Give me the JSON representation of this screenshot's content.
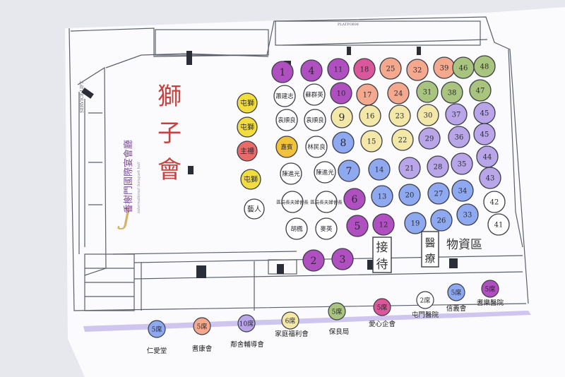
{
  "venue": {
    "logo_text": "香榭門國際宴會廳",
    "logo_sub": "international banquet hall",
    "title_chars": [
      "獅",
      "子",
      "會"
    ],
    "reception_chars": [
      "接",
      "待"
    ],
    "medical_chars": [
      "醫",
      "療"
    ],
    "supplies_label": "物資區",
    "plan_label": "PLATFORM"
  },
  "colors": {
    "paper": "#fbfbfd",
    "wall": "#5a5f6a",
    "title": "#c8413f",
    "purple": "#b04fc0",
    "pink": "#d9579a",
    "orange": "#f4a98f",
    "olive": "#a8c47e",
    "cream": "#f3e8a8",
    "blue": "#8ea9f0",
    "lavender": "#b9a6e8",
    "yellow": "#f1dd3f",
    "gold": "#f2c33a",
    "red": "#ea6a6a",
    "white": "#ffffff"
  },
  "vip_tables": [
    {
      "label": "屯獅",
      "color": "yellow"
    },
    {
      "label": "屯獅",
      "color": "yellow"
    },
    {
      "label": "主禮",
      "color": "red"
    },
    {
      "label": "屯獅",
      "color": "yellow"
    },
    {
      "label": "藝人",
      "color": "white"
    }
  ],
  "named_tables": [
    {
      "label": "蕭建志",
      "color": "white"
    },
    {
      "label": "蘇群英",
      "color": "white"
    },
    {
      "label": "袁順良",
      "color": "white"
    },
    {
      "label": "袁順良",
      "color": "white"
    },
    {
      "label": "嘉賓",
      "color": "gold"
    },
    {
      "label": "林民良",
      "color": "white"
    },
    {
      "label": "陳進光",
      "color": "white"
    },
    {
      "label": "陳進光",
      "color": "white"
    },
    {
      "label": "區局長夫婦會長",
      "color": "white"
    },
    {
      "label": "區局長夫婦會長",
      "color": "white"
    },
    {
      "label": "胡楓",
      "color": "white"
    },
    {
      "label": "麥英",
      "color": "white"
    }
  ],
  "numbered_tables": [
    {
      "label": "1",
      "color": "purple"
    },
    {
      "label": "4",
      "color": "purple"
    },
    {
      "label": "11",
      "color": "purple"
    },
    {
      "label": "18",
      "color": "pink"
    },
    {
      "label": "25",
      "color": "orange"
    },
    {
      "label": "32",
      "color": "orange"
    },
    {
      "label": "39",
      "color": "orange"
    },
    {
      "label": "46",
      "color": "olive"
    },
    {
      "label": "48",
      "color": "olive"
    },
    {
      "label": "10",
      "color": "purple"
    },
    {
      "label": "17",
      "color": "orange"
    },
    {
      "label": "24",
      "color": "orange"
    },
    {
      "label": "31",
      "color": "olive"
    },
    {
      "label": "38",
      "color": "olive"
    },
    {
      "label": "47",
      "color": "olive"
    },
    {
      "label": "9",
      "color": "cream"
    },
    {
      "label": "16",
      "color": "cream"
    },
    {
      "label": "23",
      "color": "cream"
    },
    {
      "label": "30",
      "color": "cream"
    },
    {
      "label": "37",
      "color": "lavender"
    },
    {
      "label": "45",
      "color": "lavender"
    },
    {
      "label": "8",
      "color": "blue"
    },
    {
      "label": "15",
      "color": "cream"
    },
    {
      "label": "22",
      "color": "cream"
    },
    {
      "label": "29",
      "color": "lavender"
    },
    {
      "label": "36",
      "color": "lavender"
    },
    {
      "label": "45",
      "color": "lavender"
    },
    {
      "label": "44",
      "color": "lavender"
    },
    {
      "label": "7",
      "color": "blue"
    },
    {
      "label": "14",
      "color": "blue"
    },
    {
      "label": "21",
      "color": "lavender"
    },
    {
      "label": "28",
      "color": "lavender"
    },
    {
      "label": "35",
      "color": "lavender"
    },
    {
      "label": "43",
      "color": "lavender"
    },
    {
      "label": "6",
      "color": "purple"
    },
    {
      "label": "13",
      "color": "blue"
    },
    {
      "label": "20",
      "color": "blue"
    },
    {
      "label": "27",
      "color": "blue"
    },
    {
      "label": "34",
      "color": "blue"
    },
    {
      "label": "42",
      "color": "white"
    },
    {
      "label": "5",
      "color": "purple"
    },
    {
      "label": "12",
      "color": "purple"
    },
    {
      "label": "19",
      "color": "blue"
    },
    {
      "label": "26",
      "color": "blue"
    },
    {
      "label": "33",
      "color": "blue"
    },
    {
      "label": "41",
      "color": "white"
    },
    {
      "label": "2",
      "color": "purple"
    },
    {
      "label": "3",
      "color": "purple"
    }
  ],
  "legend": [
    {
      "count": "5席",
      "name": "仁愛堂",
      "color": "blue"
    },
    {
      "count": "5席",
      "name": "耆康會",
      "color": "orange"
    },
    {
      "count": "10席",
      "name": "鄰舍輔導會",
      "color": "lavender"
    },
    {
      "count": "6席",
      "name": "家庭福利會",
      "color": "cream"
    },
    {
      "count": "5席",
      "name": "保良局",
      "color": "olive"
    },
    {
      "count": "5席",
      "name": "愛心企會",
      "color": "pink"
    },
    {
      "count": "2席",
      "name": "屯門醫院",
      "color": "white"
    },
    {
      "count": "5席",
      "name": "信義會",
      "color": "blue"
    },
    {
      "count": "5席",
      "name": "耆樂醫院",
      "color": "purple"
    }
  ]
}
